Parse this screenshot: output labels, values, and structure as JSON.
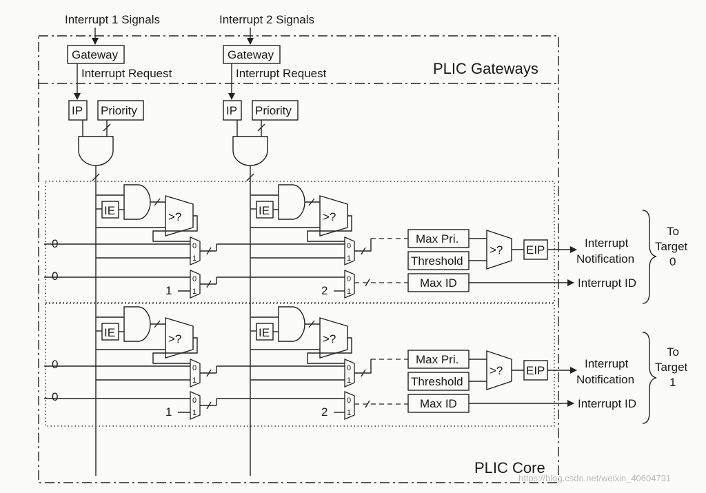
{
  "labels": {
    "interrupt1": "Interrupt 1 Signals",
    "interrupt2": "Interrupt 2 Signals",
    "gateway": "Gateway",
    "interrupt_request": "Interrupt Request",
    "plic_gateways": "PLIC Gateways",
    "plic_core": "PLIC Core",
    "ip": "IP",
    "priority": "Priority",
    "ie": "IE",
    "compare": ">?",
    "max_pri": "Max Pri.",
    "threshold": "Threshold",
    "max_id": "Max ID",
    "eip": "EIP",
    "interrupt_notification_1": "Interrupt",
    "interrupt_notification_2": "Notification",
    "interrupt_id": "Interrupt ID",
    "to": "To",
    "target": "Target",
    "target0": "0",
    "target1": "1",
    "zero": "0",
    "one": "1",
    "two": "2",
    "mux0": "0",
    "mux1": "1"
  },
  "watermark": "https://blog.csdn.net/weixin_40604731"
}
